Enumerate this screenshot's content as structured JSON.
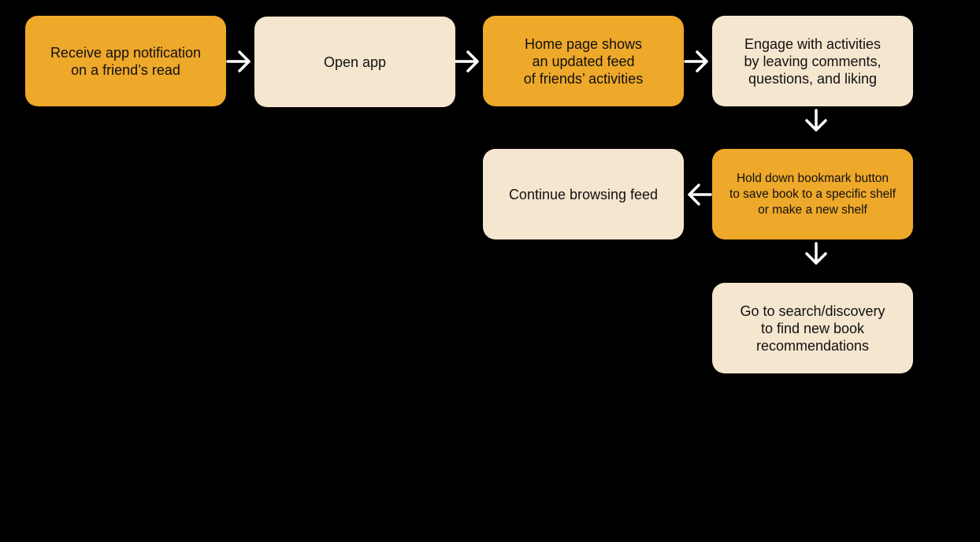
{
  "colors": {
    "background": "#000000",
    "highlight": "#EEA82A",
    "light": "#F5E6CF",
    "arrow": "#FFFFFF",
    "text": "#111111"
  },
  "flow": {
    "steps": [
      {
        "id": "step-1",
        "label": "Receive app notification\non a friend’s read",
        "style": "highlight"
      },
      {
        "id": "step-2",
        "label": "Open app",
        "style": "light"
      },
      {
        "id": "step-3",
        "label": "Home page shows\nan updated feed\nof friends’ activities",
        "style": "highlight"
      },
      {
        "id": "step-4",
        "label": "Engage with activities\nby leaving comments,\nquestions, and liking",
        "style": "light"
      },
      {
        "id": "step-5",
        "label": "Hold down bookmark button\nto save book to a specific shelf\nor make a new shelf",
        "style": "highlight"
      },
      {
        "id": "step-6",
        "label": "Continue browsing feed",
        "style": "light"
      },
      {
        "id": "step-7",
        "label": "Go to search/discovery\nto find new book\nrecommendations",
        "style": "light"
      }
    ],
    "arrows": [
      {
        "from": "step-1",
        "to": "step-2",
        "direction": "right-arrow-icon"
      },
      {
        "from": "step-2",
        "to": "step-3",
        "direction": "right-arrow-icon"
      },
      {
        "from": "step-3",
        "to": "step-4",
        "direction": "right-arrow-icon"
      },
      {
        "from": "step-4",
        "to": "step-5",
        "direction": "down-arrow-icon"
      },
      {
        "from": "step-5",
        "to": "step-6",
        "direction": "left-arrow-icon"
      },
      {
        "from": "step-5",
        "to": "step-7",
        "direction": "down-arrow-icon"
      }
    ]
  }
}
